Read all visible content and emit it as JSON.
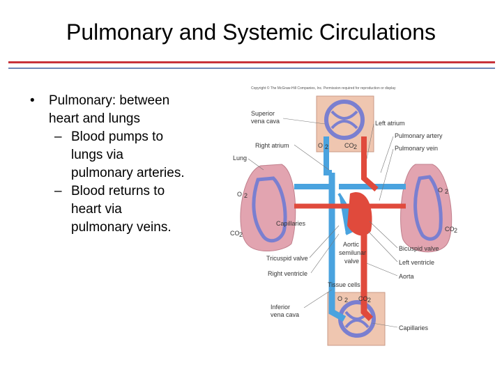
{
  "slide": {
    "title": "Pulmonary and Systemic Circulations",
    "bullets": [
      {
        "text": "Pulmonary: between heart and lungs",
        "lines": [
          "Pulmonary: between",
          "heart and lungs"
        ],
        "sub": [
          {
            "lines": [
              "Blood pumps to",
              "lungs via",
              "pulmonary arteries."
            ]
          },
          {
            "lines": [
              "Blood returns to",
              "heart via",
              "pulmonary veins."
            ]
          }
        ]
      }
    ],
    "bullet_glyph": "•",
    "dash_glyph": "–"
  },
  "figure": {
    "copyright": "Copyright © The McGraw-Hill Companies, Inc. Permission required for reproduction or display",
    "labels": {
      "superior_vena_cava_1": "Superior",
      "superior_vena_cava_2": "vena cava",
      "right_atrium": "Right atrium",
      "lung": "Lung",
      "o2_top": "O",
      "co2_top": "CO",
      "left_atrium": "Left atrium",
      "pulmonary_artery": "Pulmonary artery",
      "pulmonary_vein": "Pulmonary vein",
      "o2_left": "O",
      "co2_left": "CO",
      "o2_right": "O",
      "co2_right": "CO",
      "capillaries_lung": "Capillaries",
      "aortic_1": "Aortic",
      "aortic_2": "semilunar",
      "aortic_3": "valve",
      "bicuspid_valve": "Bicuspid valve",
      "left_ventricle": "Left ventricle",
      "aorta": "Aorta",
      "tricuspid_valve": "Tricuspid valve",
      "right_ventricle": "Right ventricle",
      "tissue_cells": "Tissue cells",
      "o2_bottom": "O",
      "co2_bottom": "CO",
      "inferior_1": "Inferior",
      "inferior_2": "vena cava",
      "capillaries_body": "Capillaries",
      "subscript_2": "2"
    },
    "colors": {
      "oxygen_poor": "#4aa3df",
      "oxygen_rich": "#e04a3c",
      "lung": "#e2a4b0",
      "tissue": "#efc6b0",
      "capillary": "#7a7fd0",
      "title_rule_red": "#c8323a",
      "title_rule_blue": "#6f87b7"
    }
  }
}
